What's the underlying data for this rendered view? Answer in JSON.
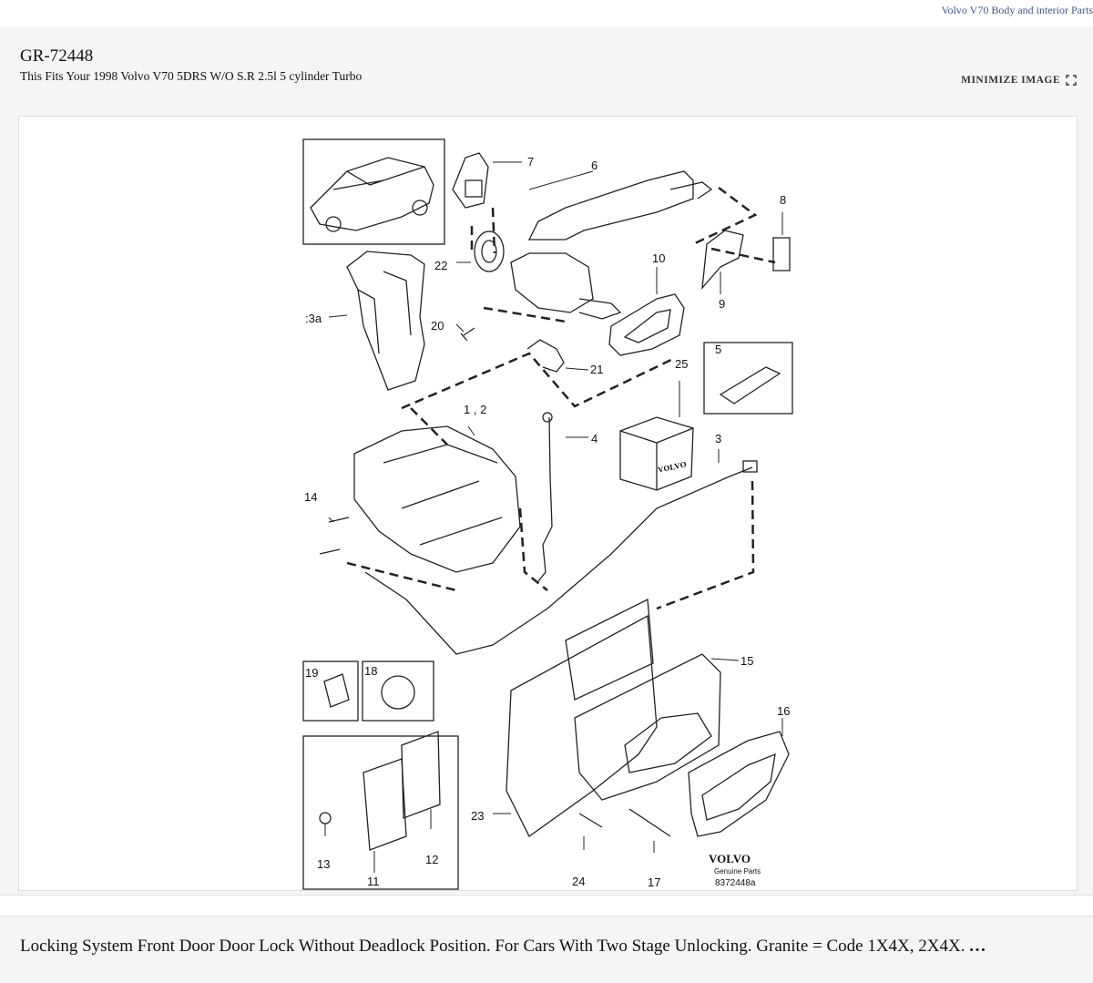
{
  "header": {
    "breadcrumb_link": "Volvo V70 Body and interior Parts"
  },
  "part": {
    "number": "GR-72448",
    "fitment": "This Fits Your 1998 Volvo V70 5DRS W/O S.R 2.5l 5 cylinder Turbo",
    "minimize_label": "MINIMIZE IMAGE",
    "minimize_icon": "expand-icon"
  },
  "diagram": {
    "callouts": [
      "7",
      "6",
      "8",
      "22",
      "10",
      "9",
      ":3a",
      "20",
      "5",
      "21",
      "25",
      "1 , 2",
      "4",
      "3",
      "14",
      "15",
      "16",
      "19",
      "18",
      "23",
      "12",
      "13",
      "11",
      "24",
      "17"
    ],
    "brand": "VOLVO",
    "brand_sub": "Genuine Parts",
    "drawing_id": "8372448a",
    "box_label": "VOLVO"
  },
  "description": {
    "text": "Locking System Front Door Door Lock Without Deadlock Position. For Cars With Two Stage Unlocking. Granite = Code 1X4X, 2X4X.",
    "more": "…"
  }
}
